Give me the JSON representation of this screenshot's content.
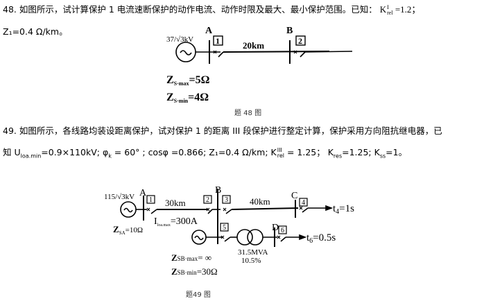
{
  "q48": {
    "line1_prefix": "48. 如图所示，试计算保护 1 电流速断保护的动作电流、动作时限及最大、最小保护范围。已知：",
    "krel_base": "K",
    "krel_sup": "I",
    "krel_sub": "rel",
    "krel_value": " =1.2；",
    "line2": "Z₁=0.4 Ω/km。",
    "diagram": {
      "source_voltage": "37/√3kV",
      "bus_a": "A",
      "bus_b": "B",
      "relay_1": "1",
      "relay_2": "2",
      "line_length": "20km",
      "zs_max": "Z",
      "zs_max_sub": "S·max",
      "zs_max_val": "=5Ω",
      "zs_min": "Z",
      "zs_min_sub": "S·min",
      "zs_min_val": "=4Ω"
    },
    "caption": "题 48 图"
  },
  "q49": {
    "line1": "49. 如图所示，各线路均装设距离保护，试对保护 1 的距离 III 段保护进行整定计算，保护采用方向阻抗继电器，已",
    "line2_a": "知 U",
    "uloa_sub": "loa.min",
    "line2_b": "=0.9×110kV;  φ",
    "phik_sub": "k",
    "line2_c": " = 60° ; cosφ =0.866;  Z₁=0.4 Ω/km;  K",
    "krel_sup": "III",
    "krel_sub": "rel",
    "line2_d": " = 1.25；  K",
    "kres_sub": "res",
    "line2_e": "=1.25; K",
    "kss_sub": "ss",
    "line2_f": "=1。",
    "diagram": {
      "source_voltage": "115/√3kV",
      "bus_a": "A",
      "bus_b": "B",
      "bus_c": "C",
      "bus_d": "D",
      "relay_1": "1",
      "relay_2": "2",
      "relay_3": "3",
      "relay_4": "4",
      "relay_5": "5",
      "relay_6": "6",
      "line_ab": "30km",
      "line_bc": "40km",
      "iloa_max": "I",
      "iloa_max_sub": "loa.max",
      "iloa_max_val": "=300A",
      "zsa": "Z",
      "zsa_sub": "SA",
      "zsa_val": "=10Ω",
      "t4": "t",
      "t4_sub": "4",
      "t4_val": "=1s",
      "t6": "t",
      "t6_sub": "6",
      "t6_val": "=0.5s",
      "transformer_rating": "31.5MVA",
      "transformer_uk": "10.5%",
      "zsb_max": "Z",
      "zsb_max_sub": "SB·max",
      "zsb_max_val": "= ∞",
      "zsb_min": "Z",
      "zsb_min_sub": "SB·min",
      "zsb_min_val": "=30Ω"
    },
    "caption": "题49 图"
  }
}
